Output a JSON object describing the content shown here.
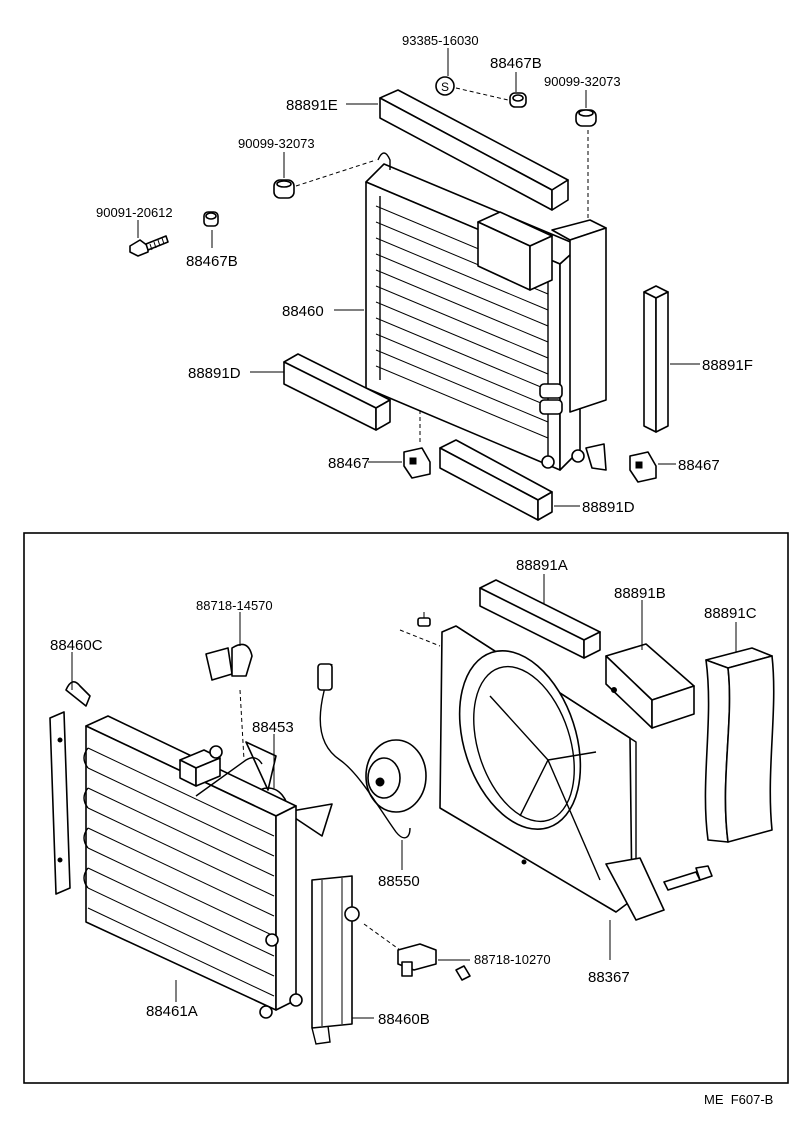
{
  "diagram": {
    "top_labels": {
      "l1": "93385-16030",
      "l2": "88467B",
      "l3": "90099-32073",
      "l4": "88891E",
      "l5": "90099-32073",
      "l6": "90091-20612",
      "l7": "88467B",
      "l8": "88460",
      "l9": "88891F",
      "l10": "88891D",
      "l11": "88467",
      "l12": "88467",
      "l13": "88891D"
    },
    "bottom_labels": {
      "l1": "88891A",
      "l2": "88891B",
      "l3": "88891C",
      "l4": "88718-14570",
      "l5": "88460C",
      "l6": "88453",
      "l7": "88550",
      "l8": "88367",
      "l9": "88718-10270",
      "l10": "88461A",
      "l11": "88460B"
    },
    "footer_code": "ME  F607-B"
  }
}
